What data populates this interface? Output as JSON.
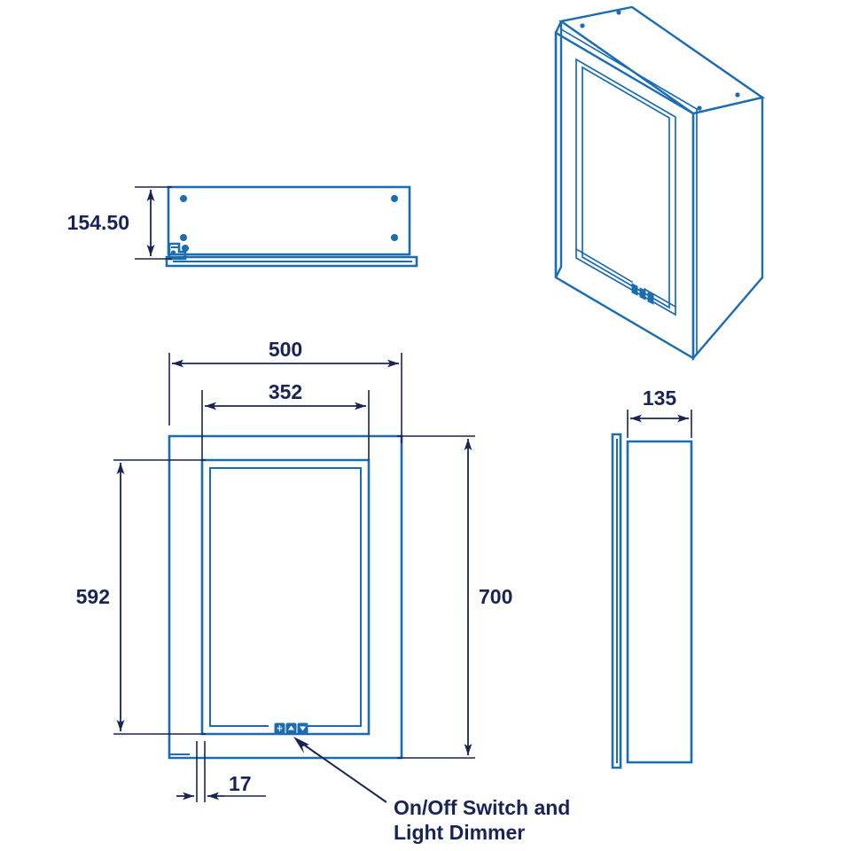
{
  "drawing": {
    "title": "Mirror Cabinet Technical Drawing",
    "line_color": "#1b6cb0",
    "dimension_color": "#182456",
    "background_color": "#ffffff",
    "units": "mm"
  },
  "dimensions": {
    "height_interior": "154.50",
    "width_overall": "500",
    "width_mirror": "352",
    "height_mirror": "592",
    "height_overall": "700",
    "depth": "135",
    "edge_offset": "17"
  },
  "callout": {
    "line1": "On/Off Switch and",
    "line2": "Light Dimmer"
  },
  "views": {
    "top": {
      "label": "top-view"
    },
    "front": {
      "label": "front-view"
    },
    "side": {
      "label": "side-view"
    },
    "isometric": {
      "label": "isometric-view"
    }
  },
  "controls": {
    "buttons": [
      {
        "name": "power-brightness-button",
        "icon": "brightness-icon"
      },
      {
        "name": "brightness-up-button",
        "icon": "chevron-up-icon"
      },
      {
        "name": "brightness-down-button",
        "icon": "chevron-down-icon"
      }
    ]
  }
}
